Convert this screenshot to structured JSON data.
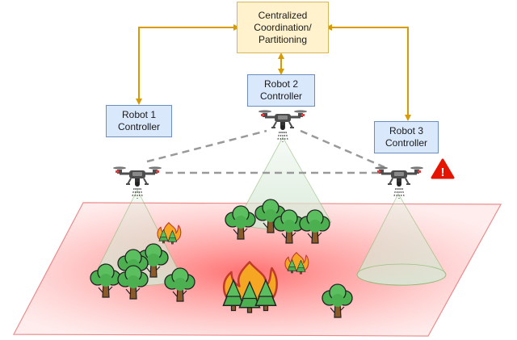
{
  "coordinator": {
    "label": "Centralized\nCoordination/\nPartitioning"
  },
  "robots": [
    {
      "label": "Robot 1\nController"
    },
    {
      "label": "Robot 2\nController"
    },
    {
      "label": "Robot 3\nController"
    }
  ],
  "alert": {
    "symbol": "!",
    "color": "#e51400"
  },
  "colors": {
    "link": "#d79b00",
    "coordinator_fill": "#fff2cc",
    "controller_fill": "#dae8fc",
    "field_edge": "#e88080",
    "fire_zone": "#ff5a5a",
    "sensor_cone": "#d5e8d4",
    "drone_body": "#4d4d4d"
  },
  "icons": [
    "drone-icon",
    "tree-icon",
    "fire-icon",
    "warning-icon"
  ]
}
